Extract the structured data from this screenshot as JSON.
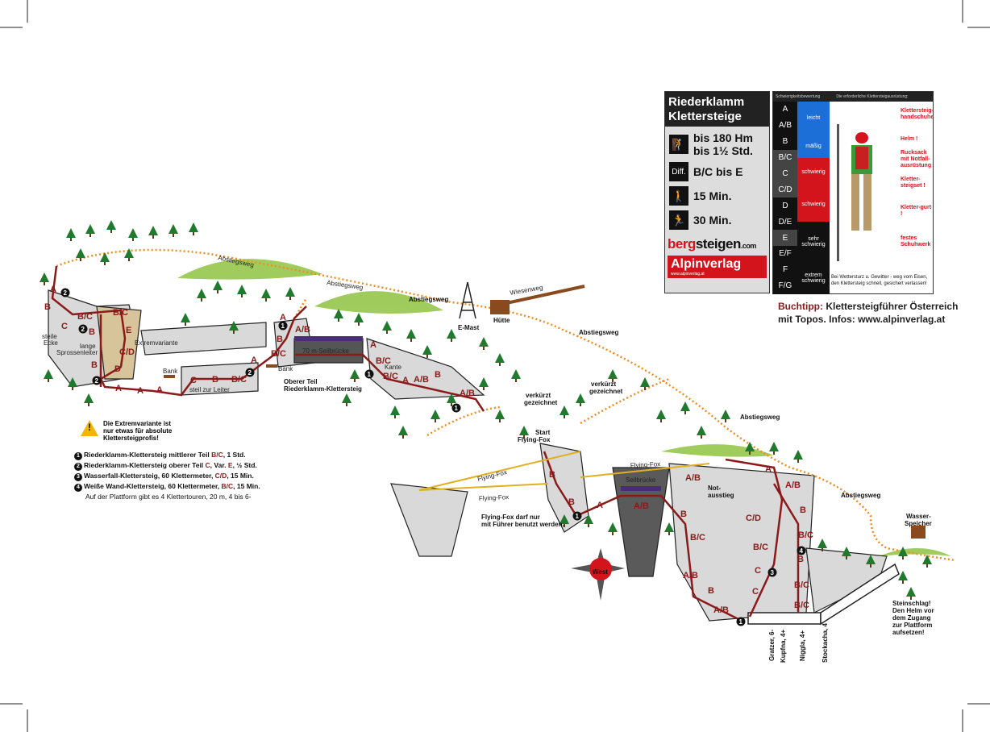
{
  "panel": {
    "title_line1": "Riederklamm",
    "title_line2": "Klettersteige",
    "height": "bis 180 Hm",
    "duration": "bis 1½ Std.",
    "diff_icon": "Diff.",
    "difficulty": "B/C bis E",
    "approach": "15 Min.",
    "descent": "30 Min.",
    "brand_berg": "berg",
    "brand_steigen": "steigen",
    "brand_com": ".com",
    "brand_alpin": "Alpinverlag",
    "brand_alpin_url": "www.alpinverlag.at",
    "icons": [
      "climber-icon",
      "diff-icon",
      "hiker-icon",
      "descent-icon"
    ]
  },
  "gear": {
    "header_left": "Schwierigkeitsbewertung",
    "header_right": "Die erforderliche Klettersteigausrüstung:",
    "grades": [
      "A",
      "A/B",
      "B",
      "B/C",
      "C",
      "C/D",
      "D",
      "D/E",
      "E",
      "E/F",
      "F",
      "F/G"
    ],
    "bands": [
      {
        "label": "leicht",
        "color": "#1b6fd6"
      },
      {
        "label": "mäßig",
        "color": "#1b6fd6"
      },
      {
        "label": "schwierig",
        "color": "#d4141c"
      },
      {
        "label": "schwierig",
        "color": "#d4141c"
      },
      {
        "label": "sehr schwierig",
        "color": "#111111"
      },
      {
        "label": "extrem schwierig",
        "color": "#111111"
      }
    ],
    "items": [
      "Klettersteig-handschuhe",
      "Helm !",
      "Rucksack mit Notfall-ausrüstung",
      "Kletter-steigset !",
      "Kletter-gurt !",
      "festes Schuhwerk"
    ],
    "note": "Bei Wettersturz u. Gewitter - weg vom Eisen, den Klettersteig schnell, gesichert verlassen!"
  },
  "book": {
    "label": "Buchtipp:",
    "text1": "Klettersteigführer Österreich",
    "text2": "mit Topos. Infos: www.alpinverlag.at"
  },
  "warning_extreme": {
    "l1": "Die Extremvariante ist",
    "l2": "nur etwas für absolute",
    "l3": "Klettersteigprofis!"
  },
  "legend": [
    {
      "num": "1",
      "name": "Riederklamm-Klettersteig mittlerer Teil ",
      "grade": "B/C",
      "rest": ", 1 Std."
    },
    {
      "num": "2",
      "name": "Riederklamm-Klettersteig oberer Teil ",
      "grade": "C",
      "mid": ", Var. ",
      "grade2": "E",
      "rest": ", ½ Std."
    },
    {
      "num": "3",
      "name": "Wasserfall-Klettersteig, 60 Klettermeter, ",
      "grade": "C/D",
      "rest": ", 15 Min."
    },
    {
      "num": "4",
      "name": "Weiße Wand-Klettersteig, 60 Klettermeter, ",
      "grade": "B/C",
      "rest": ", 15 Min."
    }
  ],
  "legend_note": "Auf der Plattform gibt es 4 Klettertouren, 20 m, 4 bis 6-",
  "map": {
    "labels": {
      "abstieg1": "Abstiegsweg",
      "abstieg2": "Abstiegsweg",
      "abstieg3": "Abstiegsweg",
      "abstieg4": "Abstiegsweg",
      "abstieg5": "Abstiegsweg",
      "abstieg6": "Abstiegsweg",
      "wiesenweg": "Wiesenweg",
      "emast": "E-Mast",
      "huette": "Hütte",
      "verk1a": "verkürzt",
      "verk1b": "gezeichnet",
      "verk2a": "verkürzt",
      "verk2b": "gezeichnet",
      "start1": "Start",
      "start2": "Flying-Fox",
      "ff1": "Flying-Fox",
      "ff2": "Flying-Fox",
      "ff3": "Flying-Fox",
      "ffwarn1": "Flying-Fox darf nur",
      "ffwarn2": "mit Führer benutzt werden.",
      "seilbr": "Seilbrücke",
      "seilbr70": "70 m-Seilbrücke",
      "not1": "Not-",
      "not2": "ausstieg",
      "wasser1": "Wasser-",
      "wasser2": "Speicher",
      "stein1": "Steinschlag!",
      "stein2": "Den Helm vor",
      "stein3": "dem Zugang",
      "stein4": "zur Plattform",
      "stein5": "aufsetzen!",
      "steile1": "steile",
      "steile2": "Ecke",
      "lange1": "lange",
      "lange2": "Sprossenleiter",
      "extrem": "Extremvariante",
      "bank1": "Bank",
      "bank2": "Bank",
      "leiter": "steil zur Leiter",
      "oberer1": "Oberer Teil",
      "oberer2": "Riederklamm-Klettersteig",
      "kante": "Kante",
      "west": "West",
      "gratzer": "Gratzer, 6-",
      "kupfna": "Kupfna, 4+",
      "niggla": "Niggla, 4+",
      "stockacha": "Stockacha, 4"
    },
    "grades": [
      "A",
      "B",
      "B/C",
      "B/C",
      "C",
      "B",
      "E",
      "C/D",
      "B",
      "D",
      "A",
      "A",
      "A",
      "C",
      "B",
      "B/C",
      "A",
      "B/C",
      "B",
      "A",
      "A/B",
      "A",
      "B/C",
      "B/C",
      "A",
      "A/B",
      "B",
      "A/B",
      "B",
      "B",
      "A",
      "A/B",
      "A/B",
      "A",
      "A/B",
      "B",
      "B",
      "B/C",
      "C/D",
      "B/C",
      "B/C",
      "B",
      "A/B",
      "C",
      "B/C",
      "B",
      "C",
      "B/C",
      "A/B"
    ]
  }
}
